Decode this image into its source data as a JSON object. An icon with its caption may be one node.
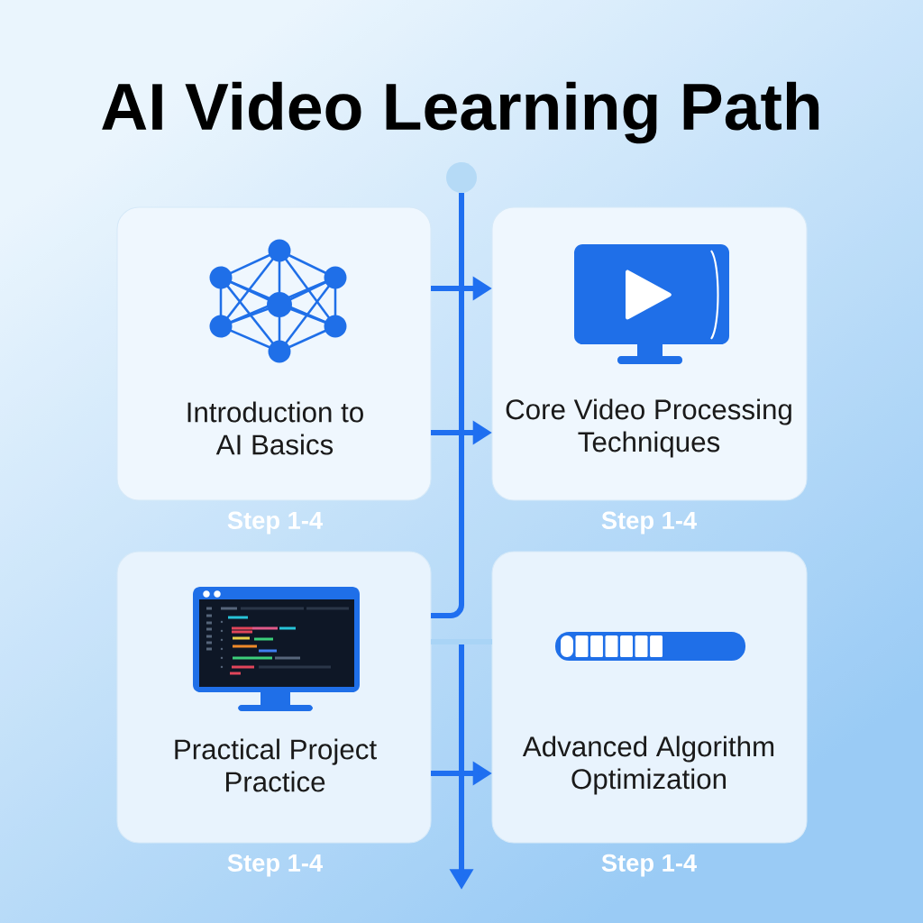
{
  "diagram": {
    "title": "AI Video Learning Path",
    "nodes": [
      {
        "text": [],
        "shape": "circle"
      },
      {
        "text": [
          "Introduction to AI Basics"
        ],
        "beside": [
          "Step 1-4"
        ]
      },
      {
        "text": [
          "Core Video Processing Techniques"
        ],
        "beside": [
          "Step 1-4"
        ]
      },
      {
        "text": [
          "Practical Project Practice"
        ],
        "beside": [
          "Step 1-4"
        ]
      },
      {
        "text": [
          "Advanced Algorithm Optimization"
        ],
        "beside": [
          "Step 1-4"
        ]
      }
    ],
    "edges": [
      {
        "from": 0,
        "to": 3,
        "arrow": "none"
      },
      {
        "from": 1,
        "to": 2,
        "arrow": "to"
      },
      {
        "from": 1,
        "to": 2,
        "arrow": "to"
      },
      {
        "from": 3,
        "to": 4,
        "arrow": "none",
        "color": "#a9d4f6"
      },
      {
        "from": 3,
        "to": 4,
        "arrow": "to"
      }
    ]
  }
}
